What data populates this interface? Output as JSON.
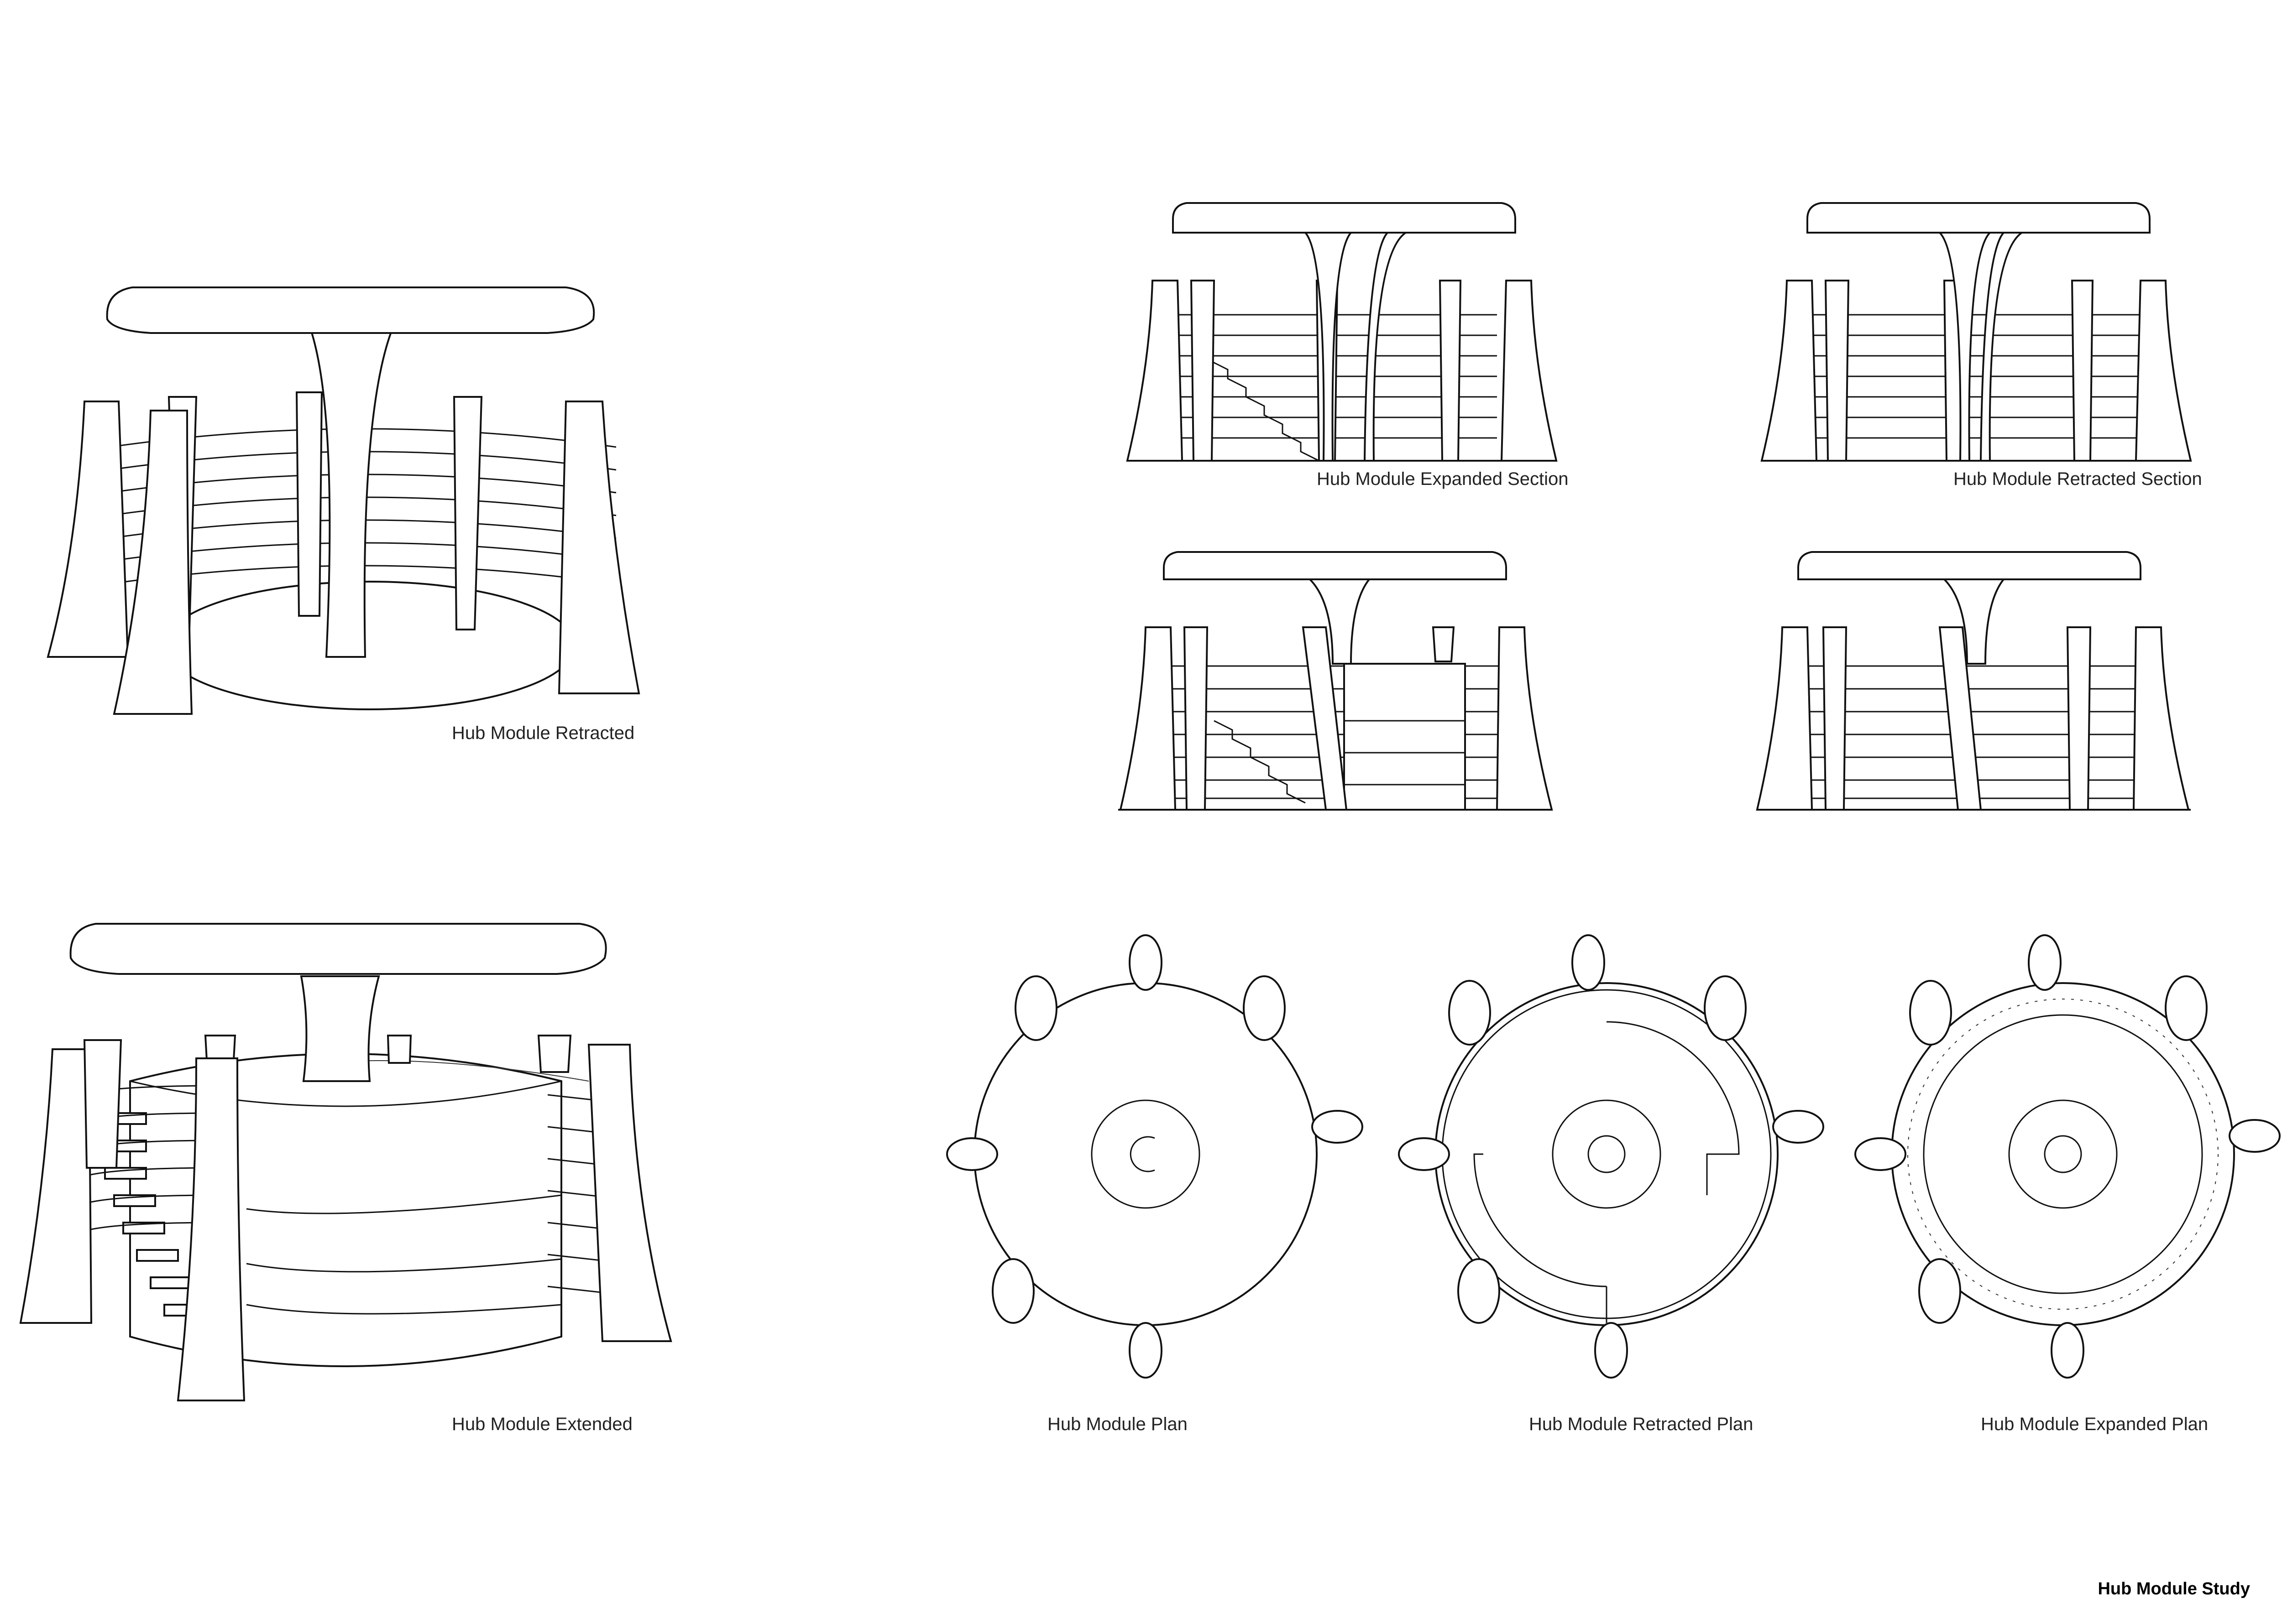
{
  "sheet": {
    "title": "Hub Module Study",
    "stroke_color": "#111111",
    "background": "#ffffff"
  },
  "views": {
    "retracted_perspective": {
      "caption": "Hub Module Retracted"
    },
    "extended_perspective": {
      "caption": "Hub Module Extended"
    },
    "expanded_section": {
      "caption": "Hub Module Expanded Section"
    },
    "retracted_section": {
      "caption": "Hub Module Retracted Section"
    },
    "plan": {
      "caption": "Hub Module Plan"
    },
    "retracted_plan": {
      "caption": "Hub Module Retracted Plan"
    },
    "expanded_plan": {
      "caption": "Hub Module Expanded Plan"
    }
  }
}
